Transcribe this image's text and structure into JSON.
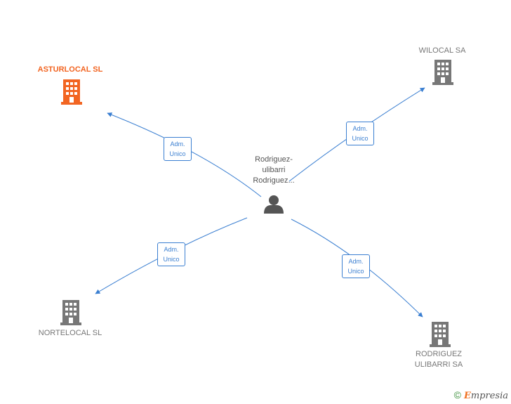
{
  "center": {
    "name_lines": [
      "Rodriguez-",
      "ulibarri",
      "Rodriguez..."
    ],
    "icon": "person-icon",
    "color": "#555555"
  },
  "companies": {
    "asturlocal": {
      "name": "ASTURLOCAL SL",
      "icon": "building-icon",
      "color": "#f26522"
    },
    "wilocal": {
      "name": "WILOCAL SA",
      "icon": "building-icon",
      "color": "#777777"
    },
    "nortelocal": {
      "name": "NORTELOCAL SL",
      "icon": "building-icon",
      "color": "#777777"
    },
    "rodriguez_ulibarri": {
      "name_lines": [
        "RODRIGUEZ",
        "ULIBARRI SA"
      ],
      "icon": "building-icon",
      "color": "#777777"
    }
  },
  "relations": {
    "asturlocal": [
      "Adm.",
      "Unico"
    ],
    "wilocal": [
      "Adm.",
      "Unico"
    ],
    "nortelocal": [
      "Adm.",
      "Unico"
    ],
    "rodriguez_ulibarri": [
      "Adm.",
      "Unico"
    ]
  },
  "edge_color": "#3b7fd1",
  "watermark": {
    "copyright": "©",
    "brand_initial": "E",
    "brand_rest": "mpresia"
  }
}
